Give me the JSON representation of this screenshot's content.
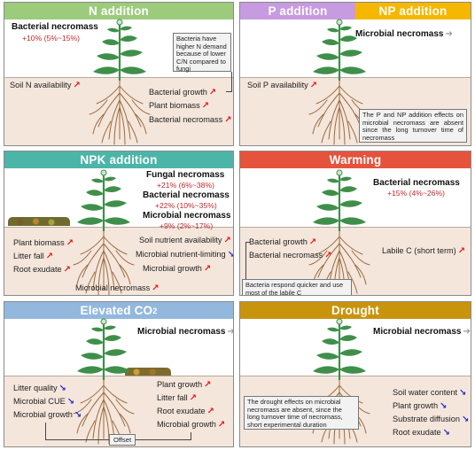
{
  "colors": {
    "n_header": "#9ccb7c",
    "p_header": "#c79be0",
    "np_header": "#f6b700",
    "npk_header": "#4bb5a8",
    "warming_header": "#e5533c",
    "co2_header": "#93b8de",
    "drought_header": "#c9940d",
    "soil": "#f5e6dc",
    "increase_arrow": "#e21b1b",
    "decrease_arrow": "#1a2fd1",
    "nochange_arrow": "#9a9a9a"
  },
  "icons": {
    "increase": "diagonal-up-arrow-icon",
    "decrease": "diagonal-down-arrow-icon",
    "no_change": "right-arrow-icon",
    "plant": "plant-icon"
  },
  "n_panel": {
    "title": "N addition",
    "main_label": "Bacterial necromass",
    "main_value": "+10% (5%~15%)",
    "note": "Bacteria have higher N demand because of lower C/N compared to fungi",
    "soil_n": "Soil N availability",
    "bacterial_growth": "Bacterial growth",
    "plant_biomass": "Plant biomass",
    "bacterial_necromass": "Bacterial necromass"
  },
  "p_panel": {
    "title_p": "P addition",
    "title_np": "NP addition",
    "main_label": "Microbial necromass",
    "soil_p": "Soil P availability",
    "note": "The P and NP addition effects on microbial necromass are absent since the long turnover time of necromass"
  },
  "npk_panel": {
    "title": "NPK addition",
    "fungal_label": "Fungal necromass",
    "fungal_value": "+21% (6%~38%)",
    "bacterial_label": "Bacterial necromass",
    "bacterial_value": "+22% (10%~35%)",
    "microbial_label": "Microbial necromass",
    "microbial_value": "+9% (2%~17%)",
    "plant_biomass": "Plant biomass",
    "litter_fall": "Litter fall",
    "root_exudate": "Root exudate",
    "soil_nutrient": "Soil nutrient availability",
    "nutrient_limiting": "Microbial nutrient-limiting",
    "microbial_growth": "Microbial growth",
    "microbial_necromass": "Microbial necromass"
  },
  "warming_panel": {
    "title": "Warming",
    "main_label": "Bacterial necromass",
    "main_value": "+15% (4%~26%)",
    "bacterial_growth": "Bacterial growth",
    "bacterial_necromass": "Bacterial necromass",
    "labile_c": "Labile C (short term)",
    "note": "Bacteria respond quicker and use most of the labile C"
  },
  "co2_panel": {
    "title": "Elevated CO",
    "title_sub": "2",
    "main_label": "Microbial necromass",
    "litter_quality": "Litter quality",
    "microbial_cue": "Microbial CUE",
    "microbial_growth_left": "Microbial growth",
    "plant_growth": "Plant growth",
    "litter_fall": "Litter fall",
    "root_exudate": "Root exudate",
    "microbial_growth_right": "Microbial growth",
    "offset": "Offset"
  },
  "drought_panel": {
    "title": "Drought",
    "main_label": "Microbial necromass",
    "note": "The drought effects on microbial necromass are absent, since the long turnover time of necromass, short experimental duration",
    "soil_water": "Soil water content",
    "plant_growth": "Plant growth",
    "substrate_diffusion": "Substrate diffusion",
    "root_exudate": "Root exudate"
  }
}
